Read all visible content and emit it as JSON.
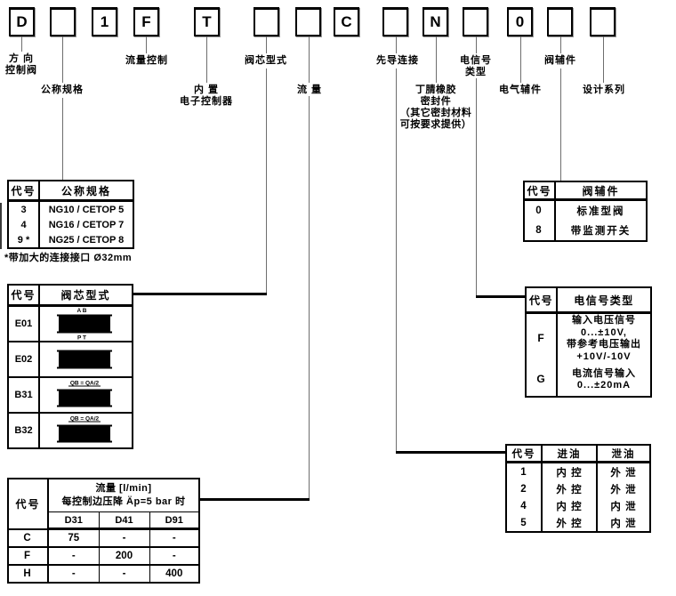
{
  "boxes": [
    "D",
    "",
    "1",
    "F",
    "T",
    "",
    "",
    "C",
    "",
    "N",
    "",
    "0",
    "",
    ""
  ],
  "labels": {
    "directional": "方 向\n控制阀",
    "size": "公称规格",
    "flow_control": "流量控制",
    "onboard": "内 置\n电子控制器",
    "spool": "阀芯型式",
    "flow": "流 量",
    "pilot": "先导连接",
    "seal": "丁腈橡胶\n密封件\n（其它密封材料\n可按要求提供）",
    "signal": "电信号\n类型",
    "electrical": "电气辅件",
    "valve_acc": "阀辅件",
    "design": "设计系列"
  },
  "size_table": {
    "h_code": "代号",
    "h_title": "公称规格",
    "rows": [
      {
        "code": "3",
        "value": "NG10 / CETOP 5"
      },
      {
        "code": "4",
        "value": "NG16 / CETOP 7"
      },
      {
        "code": "9 *",
        "value": "NG25 / CETOP 8"
      }
    ],
    "footnote": "*带加大的连接接口 Ø32mm"
  },
  "spool_table": {
    "h_code": "代号",
    "h_title": "阀芯型式",
    "rows": [
      {
        "code": "E01",
        "top": "A B",
        "bottom": "P T"
      },
      {
        "code": "E02",
        "top": "",
        "bottom": ""
      },
      {
        "code": "B31",
        "top": "QB = QA/2",
        "bottom": ""
      },
      {
        "code": "B32",
        "top": "QB = QA/2",
        "bottom": ""
      }
    ]
  },
  "flow_table": {
    "h_code": "代号",
    "h_title1": "流量 [l/min]",
    "h_title2": "每控制边压降 Äp=5 bar 时",
    "cols": [
      "D31",
      "D41",
      "D91"
    ],
    "rows": [
      {
        "code": "C",
        "d31": "75",
        "d41": "-",
        "d91": "-"
      },
      {
        "code": "F",
        "d31": "-",
        "d41": "200",
        "d91": "-"
      },
      {
        "code": "H",
        "d31": "-",
        "d41": "-",
        "d91": "400"
      }
    ]
  },
  "acc_table": {
    "h_code": "代号",
    "h_title": "阀辅件",
    "rows": [
      {
        "code": "0",
        "value": "标准型阀"
      },
      {
        "code": "8",
        "value": "带监测开关"
      }
    ]
  },
  "signal_table": {
    "h_code": "代号",
    "h_title": "电信号类型",
    "rows": [
      {
        "code": "F",
        "lines": "输入电压信号\n0...±10V,\n带参考电压输出\n+10V/-10V"
      },
      {
        "code": "G",
        "lines": "电流信号输入\n0...±20mA"
      }
    ]
  },
  "pilot_table": {
    "h_code": "代号",
    "h_in": "进油",
    "h_drain": "泄油",
    "rows": [
      {
        "code": "1",
        "in": "内 控",
        "drain": "外 泄"
      },
      {
        "code": "2",
        "in": "外 控",
        "drain": "外 泄"
      },
      {
        "code": "4",
        "in": "内 控",
        "drain": "内 泄"
      },
      {
        "code": "5",
        "in": "外 控",
        "drain": "内 泄"
      }
    ]
  }
}
